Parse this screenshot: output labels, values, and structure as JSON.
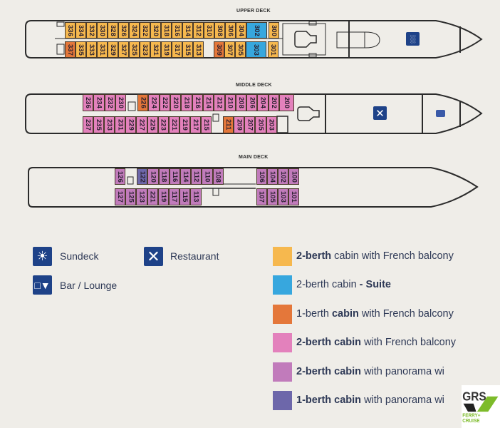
{
  "decks": {
    "upper": {
      "title": "UPPER DECK",
      "top_row": [
        {
          "n": "336",
          "t": "yellow"
        },
        {
          "n": "334",
          "t": "yellow"
        },
        {
          "n": "332",
          "t": "yellow"
        },
        {
          "n": "330",
          "t": "yellow"
        },
        {
          "n": "328",
          "t": "yellow"
        },
        {
          "n": "326",
          "t": "yellow"
        },
        {
          "n": "324",
          "t": "yellow"
        },
        {
          "n": "322",
          "t": "yellow"
        },
        {
          "n": "320",
          "t": "yellow"
        },
        {
          "n": "318",
          "t": "yellow"
        },
        {
          "n": "316",
          "t": "yellow"
        },
        {
          "n": "314",
          "t": "yellow"
        },
        {
          "n": "312",
          "t": "yellow"
        },
        {
          "n": "310",
          "t": "yellow"
        },
        {
          "n": "308",
          "t": "yellow"
        },
        {
          "n": "306",
          "t": "yellow"
        },
        {
          "n": "304",
          "t": "yellow"
        },
        {
          "n": "302",
          "t": "blue"
        },
        {
          "n": "300",
          "t": "yellow"
        }
      ],
      "bottom_row": [
        {
          "n": "337",
          "t": "orange"
        },
        {
          "n": "335",
          "t": "yellow"
        },
        {
          "n": "333",
          "t": "yellow"
        },
        {
          "n": "331",
          "t": "yellow"
        },
        {
          "n": "329",
          "t": "yellow"
        },
        {
          "n": "327",
          "t": "yellow"
        },
        {
          "n": "325",
          "t": "yellow"
        },
        {
          "n": "323",
          "t": "yellow"
        },
        {
          "n": "321",
          "t": "yellow"
        },
        {
          "n": "319",
          "t": "yellow"
        },
        {
          "n": "317",
          "t": "yellow"
        },
        {
          "n": "315",
          "t": "yellow"
        },
        {
          "n": "313",
          "t": "yellow"
        },
        {
          "n": "309",
          "t": "orange"
        },
        {
          "n": "307",
          "t": "yellow"
        },
        {
          "n": "305",
          "t": "yellow"
        },
        {
          "n": "303",
          "t": "blue"
        },
        {
          "n": "301",
          "t": "yellow"
        }
      ]
    },
    "middle": {
      "title": "MIDDLE DECK",
      "top_row": [
        {
          "n": "236",
          "t": "pink"
        },
        {
          "n": "234",
          "t": "pink"
        },
        {
          "n": "232",
          "t": "pink"
        },
        {
          "n": "230",
          "t": "pink"
        },
        {
          "n": "226",
          "t": "orange"
        },
        {
          "n": "224",
          "t": "pink"
        },
        {
          "n": "222",
          "t": "pink"
        },
        {
          "n": "220",
          "t": "pink"
        },
        {
          "n": "218",
          "t": "pink"
        },
        {
          "n": "216",
          "t": "pink"
        },
        {
          "n": "214",
          "t": "pink"
        },
        {
          "n": "212",
          "t": "pink"
        },
        {
          "n": "210",
          "t": "pink"
        },
        {
          "n": "208",
          "t": "pink"
        },
        {
          "n": "206",
          "t": "pink"
        },
        {
          "n": "204",
          "t": "pink"
        },
        {
          "n": "202",
          "t": "pink"
        },
        {
          "n": "200",
          "t": "pink"
        }
      ],
      "bottom_row": [
        {
          "n": "237",
          "t": "pink"
        },
        {
          "n": "235",
          "t": "pink"
        },
        {
          "n": "233",
          "t": "pink"
        },
        {
          "n": "231",
          "t": "pink"
        },
        {
          "n": "229",
          "t": "pink"
        },
        {
          "n": "227",
          "t": "pink"
        },
        {
          "n": "225",
          "t": "pink"
        },
        {
          "n": "223",
          "t": "pink"
        },
        {
          "n": "221",
          "t": "pink"
        },
        {
          "n": "219",
          "t": "pink"
        },
        {
          "n": "217",
          "t": "pink"
        },
        {
          "n": "215",
          "t": "pink"
        },
        {
          "n": "211",
          "t": "orange"
        },
        {
          "n": "209",
          "t": "pink"
        },
        {
          "n": "207",
          "t": "pink"
        },
        {
          "n": "205",
          "t": "pink"
        },
        {
          "n": "203",
          "t": "pink"
        }
      ]
    },
    "main": {
      "title": "MAIN DECK",
      "top_row": [
        {
          "n": "126",
          "t": "purple"
        },
        {
          "n": "122",
          "t": "violet"
        },
        {
          "n": "120",
          "t": "purple"
        },
        {
          "n": "118",
          "t": "purple"
        },
        {
          "n": "116",
          "t": "purple"
        },
        {
          "n": "114",
          "t": "purple"
        },
        {
          "n": "112",
          "t": "purple"
        },
        {
          "n": "110",
          "t": "purple"
        },
        {
          "n": "108",
          "t": "purple"
        },
        {
          "n": "106",
          "t": "purple"
        },
        {
          "n": "104",
          "t": "purple"
        },
        {
          "n": "102",
          "t": "purple"
        },
        {
          "n": "100",
          "t": "purple"
        }
      ],
      "bottom_row": [
        {
          "n": "127",
          "t": "purple"
        },
        {
          "n": "125",
          "t": "purple"
        },
        {
          "n": "123",
          "t": "purple"
        },
        {
          "n": "221",
          "t": "purple"
        },
        {
          "n": "119",
          "t": "purple"
        },
        {
          "n": "117",
          "t": "purple"
        },
        {
          "n": "115",
          "t": "purple"
        },
        {
          "n": "113",
          "t": "purple"
        },
        {
          "n": "107",
          "t": "purple"
        },
        {
          "n": "105",
          "t": "purple"
        },
        {
          "n": "103",
          "t": "purple"
        },
        {
          "n": "101",
          "t": "purple"
        }
      ]
    }
  },
  "amenities": {
    "sundeck": "Sundeck",
    "restaurant": "Restaurant",
    "bar": "Bar / Lounge"
  },
  "legend": [
    {
      "color": "#f6b84e",
      "parts": [
        {
          "text": "2-berth",
          "bold": true
        },
        {
          "text": " cabin with French balcony",
          "bold": false
        }
      ]
    },
    {
      "color": "#37a7de",
      "parts": [
        {
          "text": "2-berth cabin",
          "bold": false
        },
        {
          "text": " - Suite",
          "bold": true
        }
      ]
    },
    {
      "color": "#e4773a",
      "parts": [
        {
          "text": "1-berth ",
          "bold": false
        },
        {
          "text": "cabin",
          "bold": true
        },
        {
          "text": " with French balcony",
          "bold": false
        }
      ]
    },
    {
      "color": "#e381bc",
      "parts": [
        {
          "text": "2-berth cabin",
          "bold": true
        },
        {
          "text": " with French balcony",
          "bold": false
        }
      ]
    },
    {
      "color": "#c17bbb",
      "parts": [
        {
          "text": "2-berth cabin",
          "bold": true
        },
        {
          "text": " with panorama wi",
          "bold": false
        }
      ]
    },
    {
      "color": "#6d67aa",
      "parts": [
        {
          "text": "1-berth cabin",
          "bold": true
        },
        {
          "text": " with panorama wi",
          "bold": false
        }
      ]
    }
  ],
  "logo": {
    "text": "GRS",
    "sub1": "FERRY+",
    "sub2": "CRUISE"
  }
}
